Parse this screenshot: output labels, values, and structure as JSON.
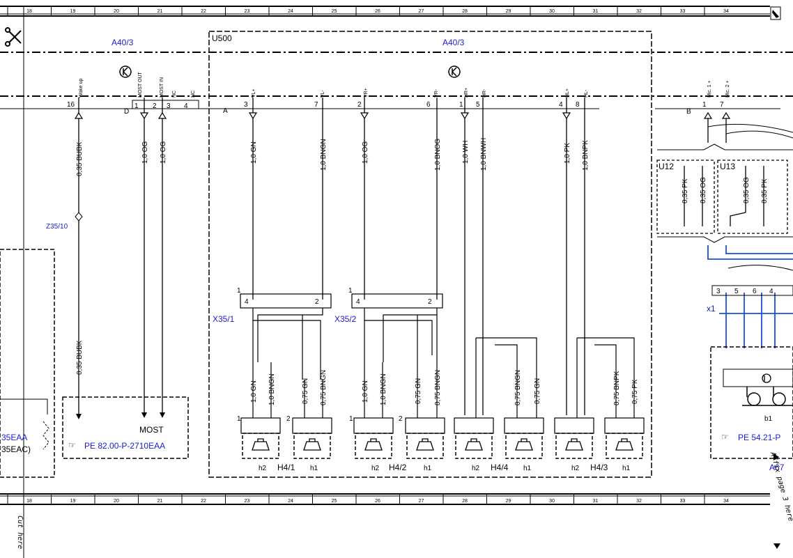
{
  "columns": [
    "18",
    "19",
    "20",
    "21",
    "22",
    "23",
    "24",
    "25",
    "26",
    "27",
    "28",
    "29",
    "30",
    "31",
    "32",
    "33",
    "34"
  ],
  "labels": {
    "a40_left": "A40/3",
    "a40_main": "A40/3",
    "u500": "U500",
    "z35": "Z35/10",
    "x35_1": "X35/1",
    "x35_2": "X35/2",
    "x1": "x1",
    "conn_a": "A",
    "conn_b": "B",
    "conn_d": "D",
    "u12": "U12",
    "u13": "U13",
    "most": "MOST",
    "b1": "b1",
    "a67": "A67",
    "left_ref1": "35EAA",
    "left_ref2": "35EAC)"
  },
  "refs": {
    "most_ref": "PE 82.00-P-2710EAA",
    "right_ref": "PE 54.21-P"
  },
  "signals": {
    "wakeup": "Wake up",
    "most_out": "MOST OUT",
    "most_in": "MOST IN",
    "nc1": "NC",
    "nc2": "NC",
    "vl_plus": "VL+",
    "vl_minus": "VL-",
    "vr_plus": "VR+",
    "vr_minus": "VR-",
    "hr_plus": "HR+",
    "hr_minus": "HR-",
    "hl_plus": "HL+",
    "hl_minus": "HL-",
    "mic1": "Mic. 1 +",
    "mic2": "Mic. 2 +"
  },
  "pins": {
    "d1": "1",
    "d2": "2",
    "d3": "3",
    "d4": "4",
    "p16": "16",
    "a3": "3",
    "a7": "7",
    "a2": "2",
    "a6": "6",
    "a1": "1",
    "a5": "5",
    "a4": "4",
    "a8": "8",
    "b1": "1",
    "b7": "7",
    "x35_1_4": "4",
    "x35_1_2": "2",
    "x35_1_1": "1",
    "x35_2_4": "4",
    "x35_2_2": "2",
    "x35_2_1": "1",
    "x1_3": "3",
    "x1_5": "5",
    "x1_6": "6",
    "x1_4": "4"
  },
  "wires_upper": {
    "w1": "0,35 BUBK",
    "w2": "1,0 OG",
    "w3": "1,0 OG",
    "w4": "1,0 GN",
    "w5": "1,0 BNGN",
    "w6": "1,0 OG",
    "w7": "1,0 BNOG",
    "w8": "1,0 WH",
    "w9": "1,0 BNWH",
    "w10": "1,0 PK",
    "w11": "1,0 BNPK",
    "w12": "0,35 PK",
    "w13": "0,35 OG",
    "w14": "0,35 OG",
    "w15": "0,35 PK"
  },
  "wires_lower": {
    "l1": "0,35 BUBK",
    "l2": "1,0 GN",
    "l3": "1,0 BNGN",
    "l4": "0,75 GN",
    "l5": "0,75 BNGN",
    "l6": "1,0 GN",
    "l7": "1,0 BNGN",
    "l8": "0,75 GN",
    "l9": "0,75 BNGN",
    "l10": "0,75 BNGN",
    "l11": "0,75 GN",
    "l12": "0,75 BNPK",
    "l13": "0,75 PK"
  },
  "speakers": {
    "g1_h2": "h2",
    "g1_name": "H4/1",
    "g1_h1": "h1",
    "g2_h2": "h2",
    "g2_name": "H4/2",
    "g2_h1": "h1",
    "g3_h2": "h2",
    "g3_name": "H4/4",
    "g3_h1": "h1",
    "g4_h2": "h2",
    "g4_name": "H4/3",
    "g4_h1": "h1",
    "idx1": "1",
    "idx2": "2",
    "idx3": "1",
    "idx4": "2"
  },
  "footer": {
    "cut_here": "Cut here",
    "affix": "Affix page 3 here"
  },
  "colors": {
    "label_blue": "#1a1ad6",
    "wire_blue": "#1a4ed6",
    "line": "#000000"
  }
}
